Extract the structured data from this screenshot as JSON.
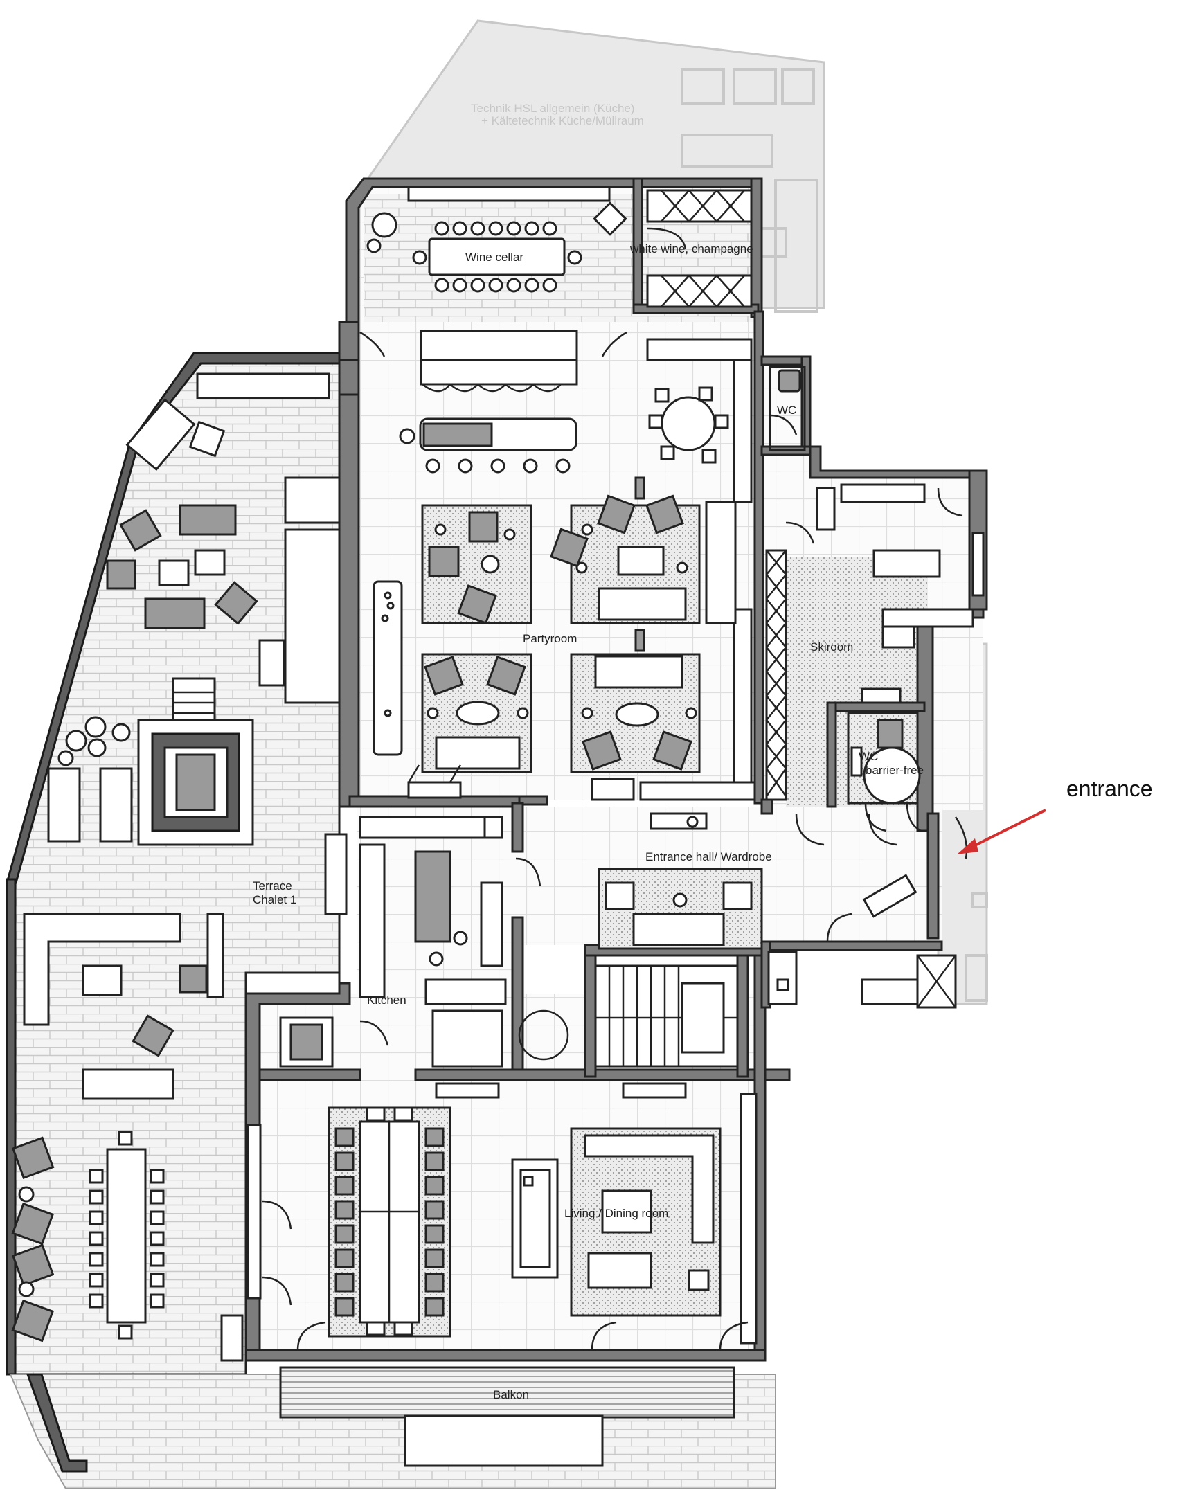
{
  "labels": {
    "technik": "Technik HSL allgemein (Küche)",
    "technik2": "+ Kältetechnik Küche/Müllraum",
    "wine_cellar": "Wine cellar",
    "white_wine": "white wine, champagne",
    "wc_top": "WC",
    "partyroom": "Partyroom",
    "skiroom": "Skiroom",
    "wc_barrier": "WC",
    "barrier_free": "barrier-free",
    "entrance": "entrance",
    "entrance_hall": "Entrance hall/ Wardrobe",
    "terrace": "Terrace",
    "chalet": "Chalet 1",
    "kitchen": "Kitchen",
    "living": "Living / Dining room",
    "balkon": "Balkon"
  },
  "colors": {
    "wall": "#7d7d7d",
    "line": "#222222",
    "arrow": "#d32f2f",
    "faded": "#c8c8c8"
  }
}
